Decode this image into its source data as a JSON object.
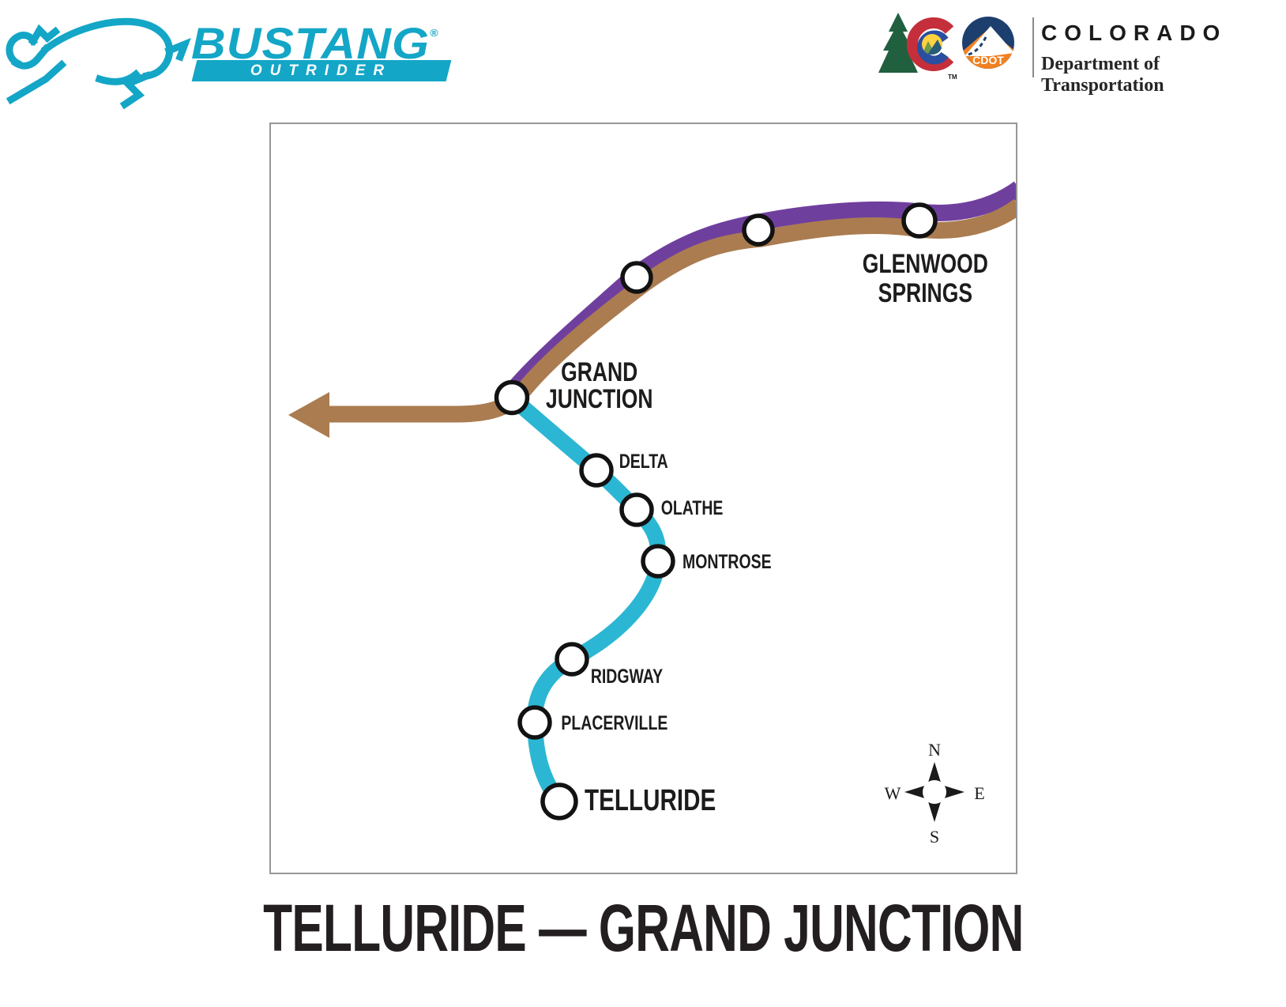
{
  "brand_header": {
    "bustang": {
      "name": "BUSTANG",
      "registered_mark": "®",
      "product": "OUTRIDER",
      "brand_color": "#14a6c6"
    },
    "colorado": {
      "state_name": "COLORADO",
      "department": "Department of Transportation",
      "cdot_badge": "CDOT",
      "trademark": "TM",
      "cdot_navy": "#1c3f6e",
      "cdot_orange": "#f08021"
    }
  },
  "map": {
    "stops": {
      "glenwood_springs": {
        "line1": "GLENWOOD",
        "line2": "SPRINGS"
      },
      "grand_junction": {
        "line1": "GRAND",
        "line2": "JUNCTION"
      },
      "delta": {
        "label": "DELTA"
      },
      "olathe": {
        "label": "OLATHE"
      },
      "montrose": {
        "label": "MONTROSE"
      },
      "ridgway": {
        "label": "RIDGWAY"
      },
      "placerville": {
        "label": "PLACERVILLE"
      },
      "telluride": {
        "label": "TELLURIDE"
      }
    },
    "compass": {
      "north": "N",
      "east": "E",
      "south": "S",
      "west": "W"
    },
    "route_colors": {
      "telluride_grand_junction": "#2bb7d3",
      "grand_junction_glenwood": "#6f3f9e",
      "westbound_continuation": "#aa7c50"
    }
  },
  "title": {
    "text": "TELLURIDE — GRAND JUNCTION"
  }
}
